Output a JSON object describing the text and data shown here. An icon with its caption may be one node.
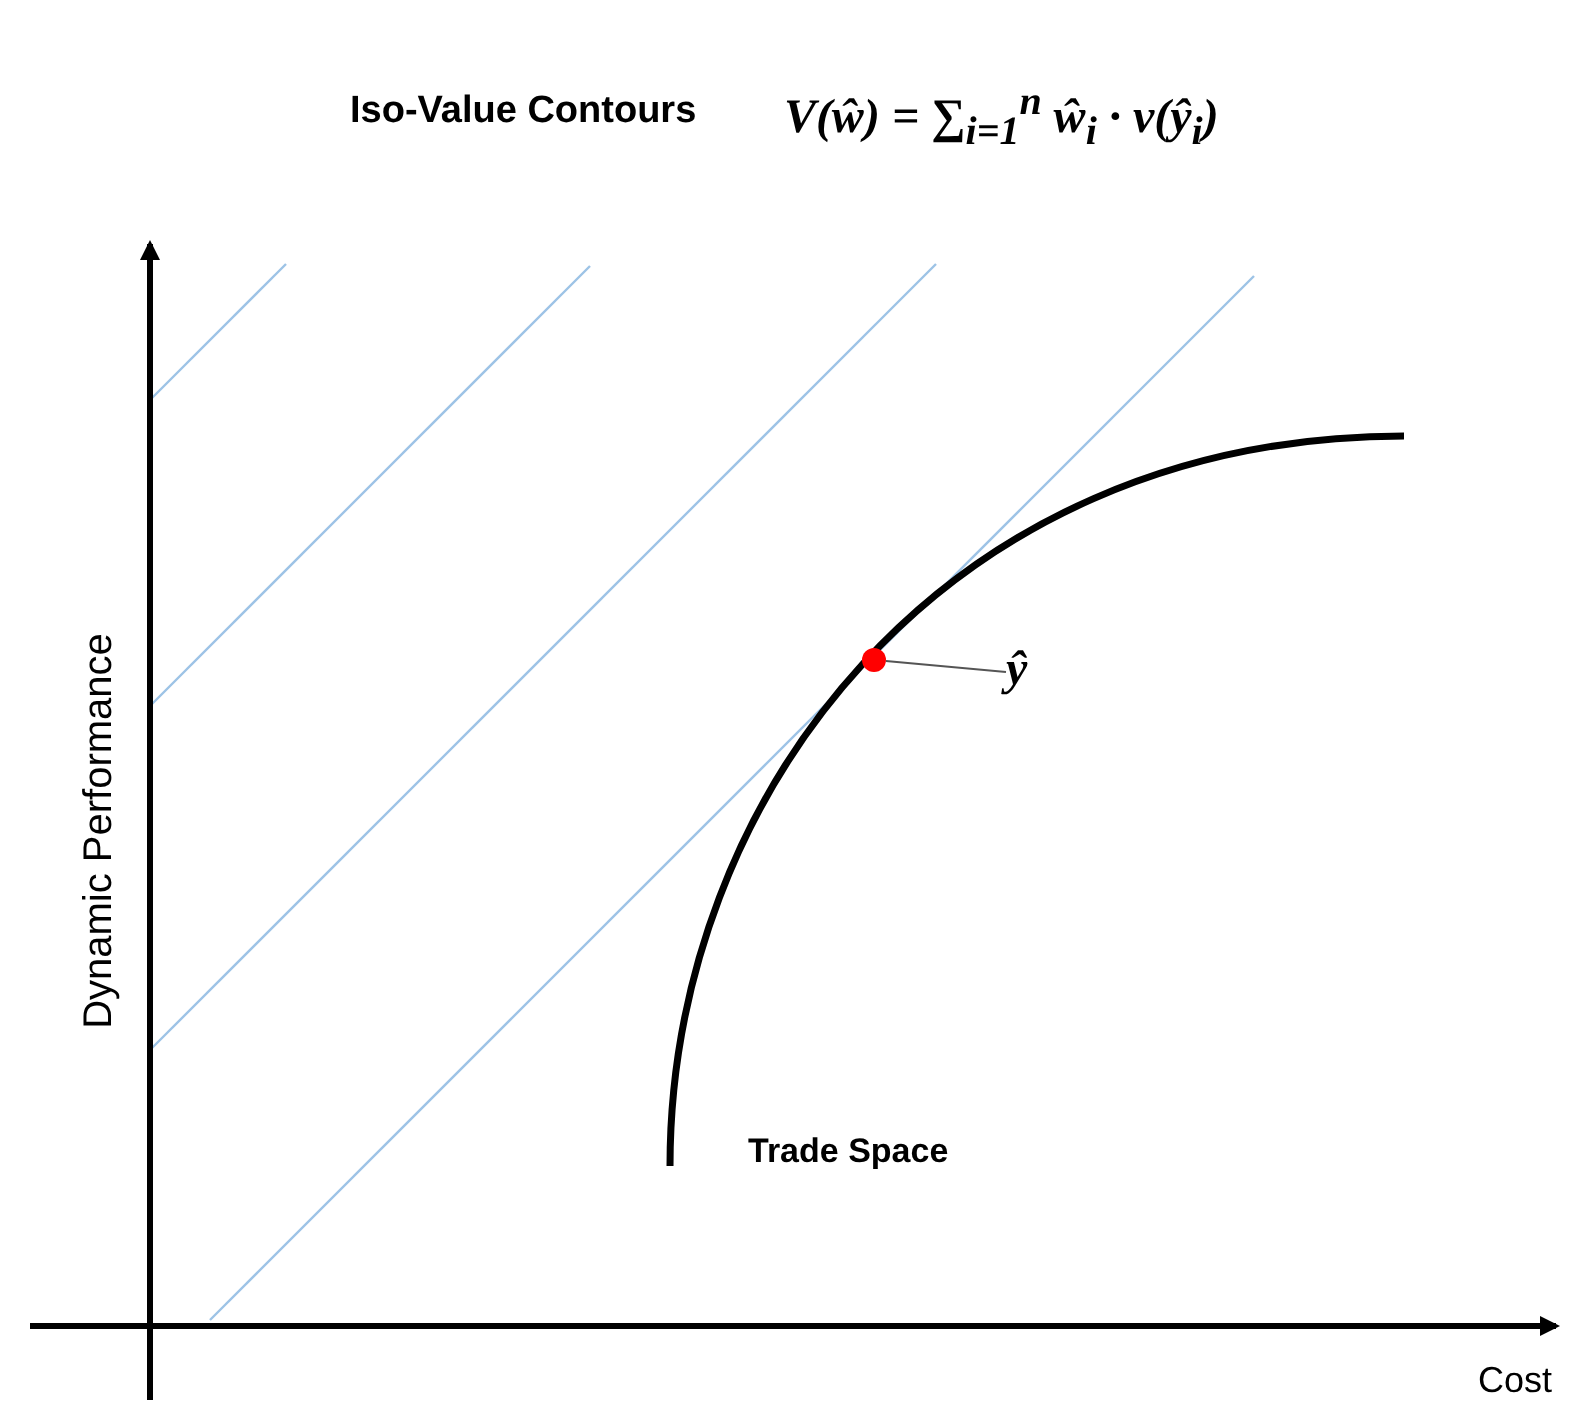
{
  "diagram": {
    "nodes": [
      {
        "text": [],
        "shape": "circle"
      },
      {
        "text": [
          "ŷ"
        ]
      }
    ],
    "edges": [
      {
        "from": 1,
        "to": 0,
        "arrow": "none"
      }
    ],
    "labels": [
      "Iso-Value Contours",
      "V(ŵ) = ∑$_{i=1}$$^{n}$ ŵ$_{i}$ · v(ŷ$_{i}$)",
      "Trade Space",
      "Dynamic Performance",
      "Cost"
    ]
  }
}
